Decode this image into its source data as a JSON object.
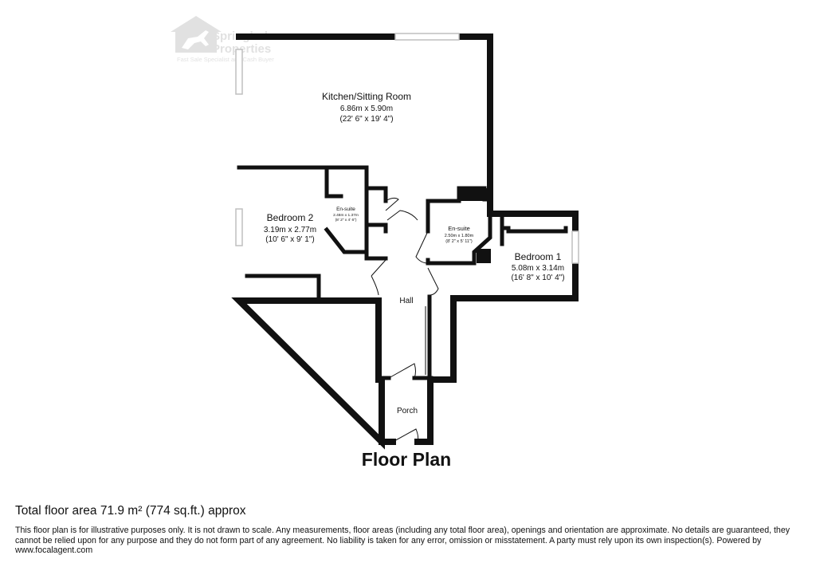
{
  "watermark": {
    "brand_line1": "Springbok",
    "brand_line2": "Properties",
    "tagline": "Fast Sale Specialist and Cash Buyer"
  },
  "rooms": {
    "kitchen": {
      "name": "Kitchen/Sitting Room",
      "metric": "6.86m x 5.90m",
      "imperial": "(22' 6\" x 19' 4\")"
    },
    "bedroom2": {
      "name": "Bedroom 2",
      "metric": "3.19m x 2.77m",
      "imperial": "(10' 6\" x 9' 1\")"
    },
    "ensuite2": {
      "name": "En-suite",
      "metric": "2.48m x 1.37m",
      "imperial": "(8' 2\" x 4' 6\")"
    },
    "ensuite1": {
      "name": "En-suite",
      "metric": "2.50m x 1.80m",
      "imperial": "(8' 2\" x 5' 11\")"
    },
    "bedroom1": {
      "name": "Bedroom 1",
      "metric": "5.08m x 3.14m",
      "imperial": "(16' 8\" x 10' 4\")"
    },
    "hall": {
      "name": "Hall"
    },
    "porch": {
      "name": "Porch"
    }
  },
  "plan_title": "Floor Plan",
  "footer": {
    "total_area": "Total floor area 71.9 m² (774 sq.ft.) approx",
    "disclaimer": "This floor plan is for illustrative purposes only. It is not drawn to scale. Any measurements, floor areas (including any total floor area), openings and orientation are approximate. No details are guaranteed, they cannot be relied upon for any purpose and they do not form part of any agreement. No liability is taken for any error, omission or misstatement. A party must rely upon its own inspection(s). Powered by www.focalagent.com"
  },
  "colors": {
    "wall": "#111111",
    "window": "#bfbfbf",
    "watermark": "#c9c9c9"
  }
}
